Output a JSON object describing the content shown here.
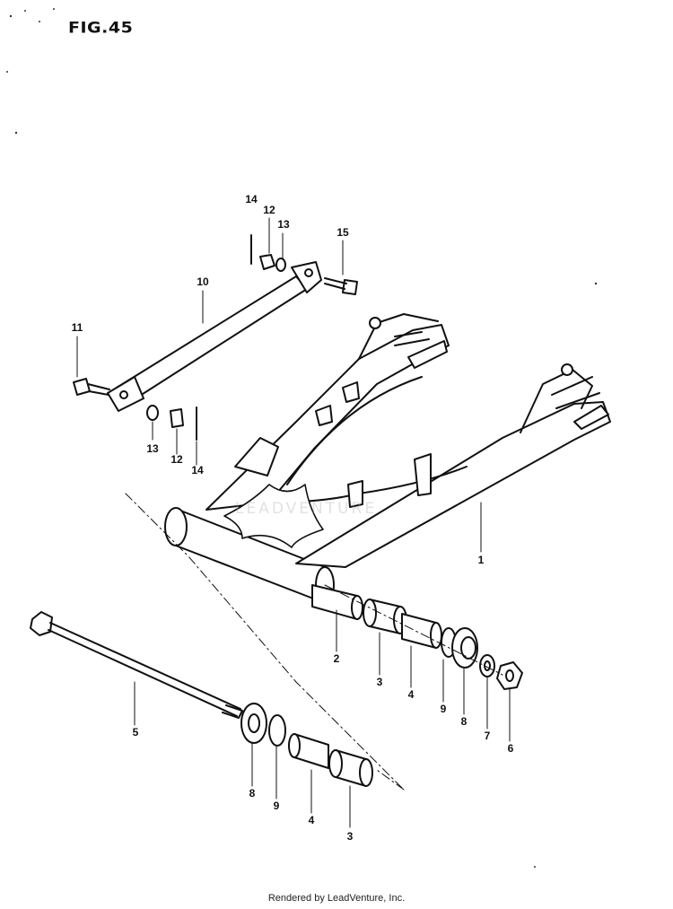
{
  "figure": {
    "title": "FIG.45"
  },
  "watermark": {
    "text": "LEADVENTURE"
  },
  "footer": {
    "text": "Rendered by LeadVenture, Inc."
  },
  "callouts": {
    "c1": "1",
    "c2": "2",
    "c3a": "3",
    "c3b": "3",
    "c4a": "4",
    "c4b": "4",
    "c5": "5",
    "c6": "6",
    "c7": "7",
    "c8a": "8",
    "c8b": "8",
    "c9a": "9",
    "c9b": "9",
    "c10": "10",
    "c11": "11",
    "c12a": "12",
    "c12b": "12",
    "c13a": "13",
    "c13b": "13",
    "c14a": "14",
    "c14b": "14",
    "c15": "15"
  },
  "colors": {
    "ink": "#111111",
    "paper": "#ffffff"
  }
}
